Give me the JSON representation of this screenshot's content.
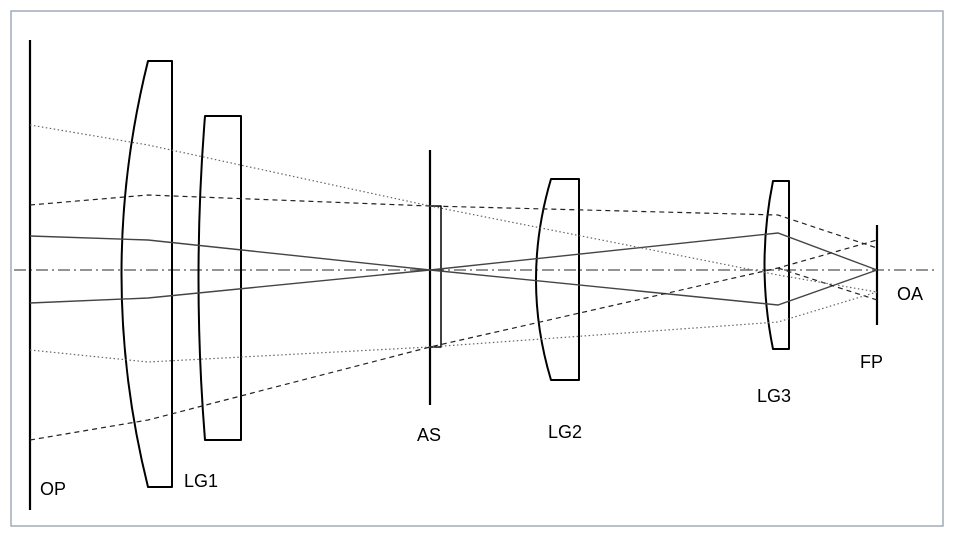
{
  "labels": {
    "op": "OP",
    "lg1": "LG1",
    "as": "AS",
    "lg2": "LG2",
    "lg3": "LG3",
    "fp": "FP",
    "oa": "OA"
  },
  "style": {
    "line_color": "#000000",
    "frame_color": "#9aa6b4"
  }
}
